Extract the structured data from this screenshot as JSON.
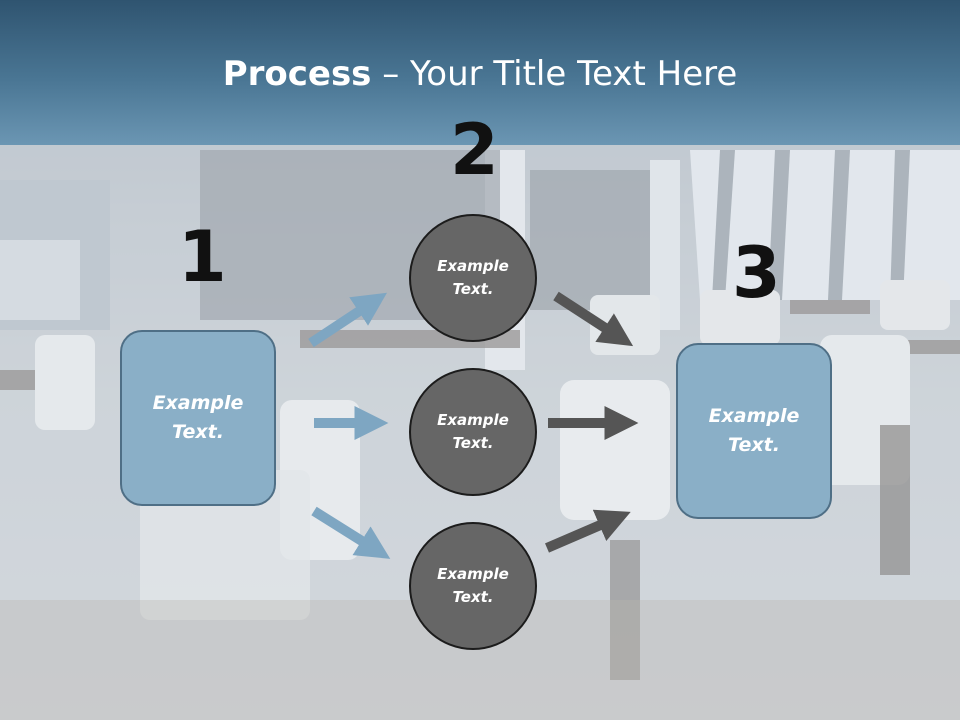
{
  "title": {
    "bold": "Process",
    "rest": " – Your Title Text Here"
  },
  "steps": {
    "one": "1",
    "two": "2",
    "three": "3"
  },
  "left_box": {
    "text": "Example Text."
  },
  "right_box": {
    "text": "Example Text."
  },
  "circles": [
    {
      "text": "Example Text."
    },
    {
      "text": "Example Text."
    },
    {
      "text": "Example Text."
    }
  ],
  "colors": {
    "title_band": "#3f6886",
    "box_fill": "#8aafc7",
    "circle_fill": "#666666",
    "blue_arrow": "#7ea6c2",
    "gray_arrow": "#555555"
  }
}
